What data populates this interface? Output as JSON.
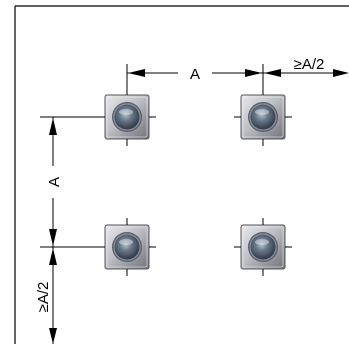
{
  "diagram": {
    "dimension_horizontal_spacing": "A",
    "dimension_horizontal_edge": "≥A/2",
    "dimension_vertical_spacing": "A",
    "dimension_vertical_edge": "≥A/2"
  },
  "units": [
    {
      "label": "device-top-left"
    },
    {
      "label": "device-top-right"
    },
    {
      "label": "device-bottom-left"
    },
    {
      "label": "device-bottom-right"
    }
  ],
  "colors": {
    "line": "#000000",
    "tile_face": "#c8c8cc",
    "tile_edge": "#55555d",
    "lens_center": "#5f6d7f"
  }
}
